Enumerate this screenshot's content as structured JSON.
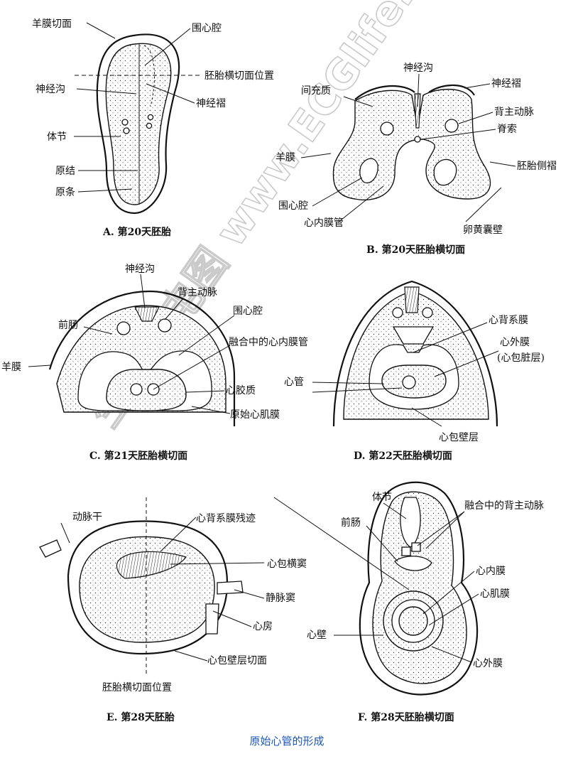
{
  "title": "原始心管的形成",
  "watermark": "生命心电图 www.ECGlife.com",
  "panels": {
    "A": {
      "caption": "A. 第20天胚胎",
      "labels": {
        "amnion_cut": "羊膜切面",
        "pericardial_cavity": "围心腔",
        "section_position": "胚胎横切面位置",
        "neural_groove": "神经沟",
        "neural_fold": "神经褶",
        "somite": "体节",
        "primitive_node": "原结",
        "primitive_streak": "原条"
      }
    },
    "B": {
      "caption": "B. 第20天胚胎横切面",
      "labels": {
        "neural_groove": "神经沟",
        "mesenchyme": "间充质",
        "neural_fold": "神经褶",
        "dorsal_aorta": "背主动脉",
        "notochord": "脊索",
        "amnion": "羊膜",
        "lateral_fold": "胚胎侧褶",
        "pericardial_cavity": "围心腔",
        "endocardial_tube": "心内膜管",
        "yolk_sac_wall": "卵黄囊壁"
      }
    },
    "C": {
      "caption": "C. 第21天胚胎横切面",
      "labels": {
        "neural_groove": "神经沟",
        "dorsal_aorta": "背主动脉",
        "foregut": "前肠",
        "pericardial_cavity": "围心腔",
        "fusing_endocardial_tubes": "融合中的心内膜管",
        "amnion": "羊膜",
        "cardiac_jelly": "心胶质",
        "primitive_myocardium": "原始心肌膜"
      }
    },
    "D": {
      "caption": "D. 第22天胚胎横切面",
      "labels": {
        "dorsal_mesocardium": "心背系膜",
        "epicardium": "心外膜",
        "epicardium_note": "(心包脏层)",
        "heart_tube": "心管",
        "parietal_pericardium": "心包壁层"
      }
    },
    "E": {
      "caption": "E. 第28天胚胎",
      "labels": {
        "dorsal_mesocardium_remnant": "心背系膜残迹",
        "truncus": "动脉干",
        "transverse_sinus": "心包横窦",
        "sinus_venosus": "静脉窦",
        "atrium": "心房",
        "parietal_cut": "心包壁层切面",
        "section_position": "胚胎横切面位置"
      }
    },
    "F": {
      "caption": "F. 第28天胚胎横切面",
      "labels": {
        "somite": "体节",
        "fusing_aorta": "融合中的背主动脉",
        "foregut": "前肠",
        "endocardium": "心内膜",
        "myocardium": "心肌膜",
        "heart_wall": "心壁",
        "epicardium": "心外膜"
      }
    }
  }
}
